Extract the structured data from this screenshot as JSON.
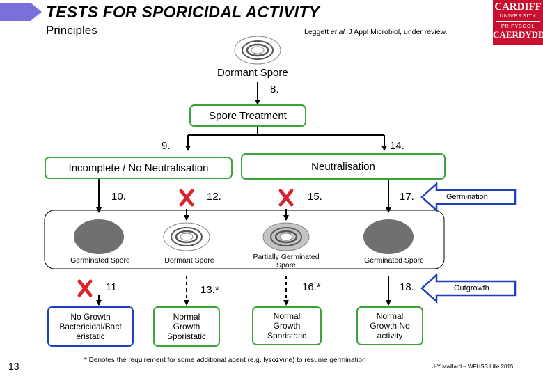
{
  "header": {
    "title": "TESTS FOR SPORICIDAL ACTIVITY",
    "subtitle": "Principles",
    "citation": "Leggett et al. J Appl Microbiol, under review."
  },
  "logo": {
    "line1": "CARDIFF",
    "line2": "UNIVERSITY",
    "line3": "PRIFYSGOL",
    "line4": "CAERDYDD"
  },
  "diagram": {
    "dormant_spore": "Dormant Spore",
    "step_8": "8.",
    "spore_treatment": "Spore Treatment",
    "step_9": "9.",
    "step_14": "14.",
    "incomplete": "Incomplete / No Neutralisation",
    "neutralisation": "Neutralisation",
    "step_10": "10.",
    "step_12": "12.",
    "step_15": "15.",
    "step_17": "17.",
    "germination": "Germination",
    "label_germinated_1": "Germinated Spore",
    "label_dormant": "Dormant Spore",
    "label_partial": "Partially Germinated Spore",
    "label_germinated_2": "Germinated Spore",
    "step_11": "11.",
    "step_13": "13.*",
    "step_16": "16.*",
    "step_18": "18.",
    "outgrowth": "Outgrowth",
    "outcome_1": "No Growth Bactericidal/Bact eristatic",
    "outcome_2": "Normal Growth Sporistatic",
    "outcome_3": "Normal Growth Sporistatic",
    "outcome_4": "Normal Growth No activity"
  },
  "colors": {
    "green": "#3aa33a",
    "blue": "#1f3fbf",
    "red_cross": "#d9232e",
    "header_accent": "#7b6fdc",
    "spore_fill": "#707070",
    "logo_red": "#c8102e"
  },
  "footer": {
    "page_number": "13",
    "footnote": "* Denotes the requirement for some  additional agent (e.g. lysozyme) to resume germination",
    "credit": "J-Y Maillard – WFHSS Lille 2015"
  }
}
